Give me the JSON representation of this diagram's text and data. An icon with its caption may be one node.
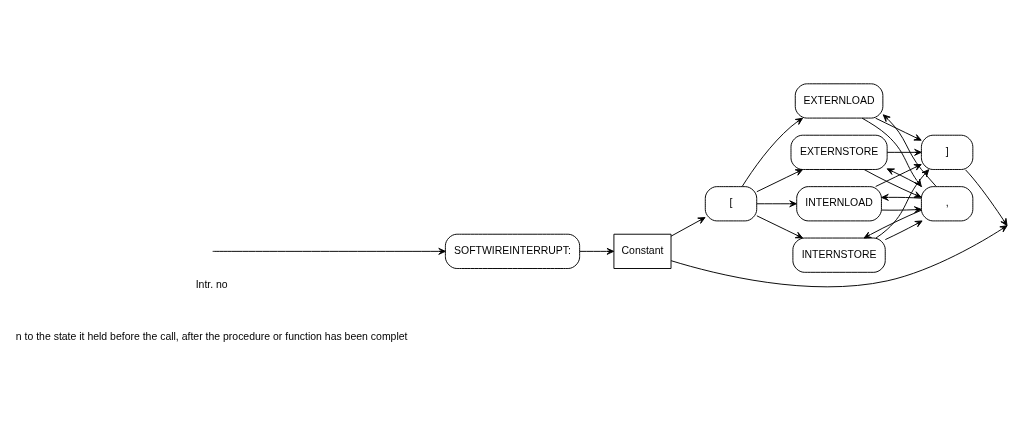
{
  "diagram": {
    "nodes": [
      {
        "text": [
          "SOFTWIREINTERRUPT:"
        ]
      },
      {
        "text": [
          "Constant"
        ]
      },
      {
        "text": [
          "["
        ]
      },
      {
        "text": [
          ","
        ]
      },
      {
        "text": [
          "INTERNLOAD"
        ]
      },
      {
        "text": [
          "INTERNSTORE"
        ]
      },
      {
        "text": [
          "EXTERNLOAD"
        ]
      },
      {
        "text": [
          "EXTERNSTORE"
        ]
      },
      {
        "text": [
          "]"
        ]
      }
    ],
    "edges": [
      {
        "from": null,
        "to": 0,
        "arrow": "to"
      },
      {
        "from": 0,
        "to": 1,
        "arrow": "to"
      },
      {
        "from": 1,
        "to": null,
        "arrow": "to"
      },
      {
        "from": 1,
        "to": 2,
        "arrow": "to"
      },
      {
        "from": 2,
        "to": 4,
        "arrow": "to"
      },
      {
        "from": 2,
        "to": 5,
        "arrow": "to"
      },
      {
        "from": 2,
        "to": 6,
        "arrow": "to"
      },
      {
        "from": 2,
        "to": 7,
        "arrow": "to"
      },
      {
        "from": 3,
        "to": 4,
        "arrow": "to"
      },
      {
        "from": 3,
        "to": 5,
        "arrow": "to"
      },
      {
        "from": 3,
        "to": 6,
        "arrow": "to"
      },
      {
        "from": 3,
        "to": 7,
        "arrow": "to"
      },
      {
        "from": 4,
        "to": 3,
        "arrow": "to"
      },
      {
        "from": 5,
        "to": 3,
        "arrow": "to"
      },
      {
        "from": 6,
        "to": 3,
        "arrow": "to"
      },
      {
        "from": 7,
        "to": 3,
        "arrow": "to"
      },
      {
        "from": 4,
        "to": 8,
        "arrow": "to"
      },
      {
        "from": 5,
        "to": 8,
        "arrow": "to"
      },
      {
        "from": 6,
        "to": 8,
        "arrow": "to"
      },
      {
        "from": 7,
        "to": 8,
        "arrow": "to"
      },
      {
        "from": 8,
        "to": null,
        "arrow": "to"
      }
    ],
    "labels": [
      "n to the state it held before the call, after the procedure or function has been complet",
      "Intr. no"
    ]
  }
}
